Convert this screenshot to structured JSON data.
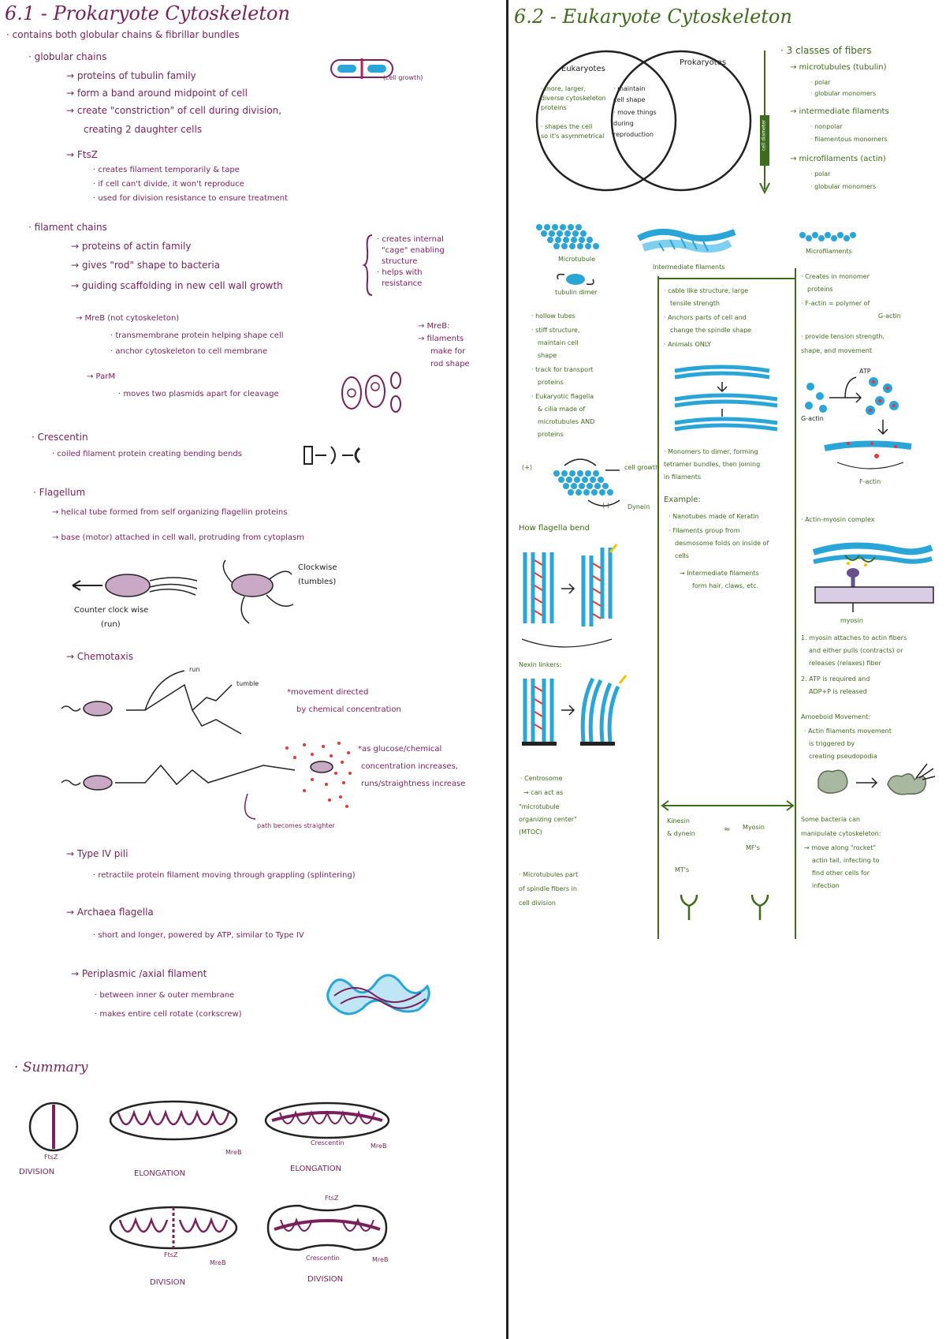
{
  "left": {
    "title": "6.1 - Prokaryote Cytoskeleton",
    "intro": "· contains both globular chains & fibrillar bundles",
    "globular": {
      "heading": "· globular chains",
      "l1": "→ proteins of tubulin family",
      "l2": "→ form a band around midpoint of cell",
      "l3": "→ create \"constriction\" of cell during division,",
      "l4": "creating 2 daughter cells",
      "ftsz": "→ FtsZ",
      "ftsz1": "· creates filament temporarily & tape",
      "ftsz2": "· if cell can't divide, it won't reproduce",
      "ftsz3": "· used for division resistance to ensure treatment",
      "label_cell_growth": "(cell growth)"
    },
    "filament": {
      "heading": "· filament chains",
      "l1": "→ proteins of actin family",
      "l2": "→ gives \"rod\" shape to bacteria",
      "l3": "→ guiding scaffolding in new cell wall growth",
      "brace1": "· creates internal",
      "brace2": "\"cage\" enabling",
      "brace3": "structure",
      "brace4": "· helps with",
      "brace5": "resistance",
      "mreb": "→ MreB (not cytoskeleton)",
      "mreb1": "· transmembrane protein helping shape cell",
      "mreb2": "· anchor cytoskeleton to cell membrane",
      "parm": "→ ParM",
      "parm1": "· moves two plasmids apart for cleavage",
      "mreb_note1": "→ MreB:",
      "mreb_note2": "→ filaments",
      "mreb_note3": "make for",
      "mreb_note4": "rod shape"
    },
    "crescentin": {
      "heading": "· Crescentin",
      "l1": "· coiled filament protein creating bending bends"
    },
    "flagellum": {
      "heading": "· Flagellum",
      "l1": "→ helical tube formed from self organizing flagellin proteins",
      "l2": "→ base (motor) attached in cell wall, protruding from cytoplasm",
      "ccw1": "Counter clock wise",
      "ccw2": "(run)",
      "cw1": "Clockwise",
      "cw2": "(tumbles)"
    },
    "chemotaxis": {
      "heading": "→ Chemotaxis",
      "run": "run",
      "tumble": "tumble",
      "note1": "*movement directed",
      "note2": "by chemical concentration",
      "note3": "*as glucose/chemical",
      "note4": "concentration increases,",
      "note5": "runs/straightness increase",
      "note6": "path becomes straighter"
    },
    "type4": {
      "heading": "→ Type IV pili",
      "l1": "· retractile protein filament moving through grappling (splintering)"
    },
    "archaea": {
      "heading": "→ Archaea flagella",
      "l1": "· short and longer, powered by ATP, similar to Type IV"
    },
    "periplasmic": {
      "heading": "→ Periplasmic /axial filament",
      "l1": "· between inner & outer membrane",
      "l2": "· makes entire cell rotate (corkscrew)"
    },
    "summary": {
      "heading": "· Summary",
      "d1_label": "FtsZ",
      "d1_caption": "DIVISION",
      "d2_label": "MreB",
      "d2_caption": "ELONGATION",
      "d3_label1": "Crescentin",
      "d3_label2": "MreB",
      "d3_caption": "ELONGATION",
      "d4_label1": "FtsZ",
      "d4_label2": "MreB",
      "d4_caption": "DIVISION",
      "d5_label1": "FtsZ",
      "d5_label2": "Crescentin",
      "d5_label3": "MreB",
      "d5_caption": "DIVISION"
    }
  },
  "right": {
    "title": "6.2 - Eukaryote Cytoskeleton",
    "venn": {
      "left_title": "Eukaryotes",
      "right_title": "Prokaryotes",
      "left1": "· more, larger,",
      "left2": "diverse cytoskeleton",
      "left3": "proteins",
      "left4": "· shapes the cell",
      "left5": "so it's asymmetrical",
      "mid1": "· maintain",
      "mid2": "cell shape",
      "mid3": "· move things",
      "mid4": "during",
      "mid5": "reproduction"
    },
    "fibers": {
      "l1": "· 3 classes of fibers",
      "l2": "→ microtubules (tubulin)",
      "l3": "· polar",
      "l4": "· globular monomers",
      "l5": "→ intermediate filaments",
      "l6": "· nonpolar",
      "l7": "· filamentous monomers",
      "l8": "→ microfilaments (actin)",
      "l9": "· polar",
      "l10": "· globular monomers",
      "side": "cell diameter"
    },
    "micro": {
      "label": "Microtubule",
      "dimer": "tubulin dimer",
      "b1": "· hollow tubes",
      "b2": "· stiff structure,",
      "b3": "maintain cell",
      "b4": "shape",
      "b5": "· track for transport",
      "b6": "proteins",
      "b7": "· Eukaryotic flagella",
      "b8": "& cilia made of",
      "b9": "microtubules AND",
      "b10": "proteins",
      "plus": "(+)",
      "minus": "(-)",
      "growth": "cell growth",
      "kinesin": "Dynein"
    },
    "flag": {
      "heading": "How flagella bend",
      "links": "Nexin linkers:",
      "centro1": "· Centrosome",
      "centro2": "→ can act as",
      "centro3": "\"microtubule",
      "centro4": "organizing center\"",
      "centro5": "(MTOC)",
      "mt1": "· Microtubules part",
      "mt2": "of spindle fibers in",
      "mt3": "cell division"
    },
    "inter": {
      "label": "Intermediate filaments",
      "b1": "· cable like structure, large",
      "b2": "tensile strength",
      "b3": "· Anchors parts of cell and",
      "b4": "change the spindle shape",
      "b5": "· Animals ONLY",
      "b6": "· Monomers to dimer, forming",
      "b7": "tetramer bundles, then joining",
      "b8": "in filaments",
      "ex": "Example:",
      "ex1": "· Nanotubes made of Keratin",
      "ex2": "· Filaments group from",
      "ex3": "desmosome folds on inside of",
      "ex4": "cells",
      "ex5": "→ Intermediate filaments",
      "ex6": "form hair, claws, etc.",
      "kin1": "Kinesin",
      "kin2": "& dynein",
      "kin3": "MT's",
      "approx": "≈",
      "myo1": "Myosin",
      "myo2": "MF's"
    },
    "actin": {
      "label": "Microfilaments",
      "b1": "· Creates in monomer",
      "b2": "proteins",
      "b3": "· F-actin = polymer of",
      "b4": "G-actin",
      "b5": "· provide tension strength,",
      "b6": "shape, and movement",
      "atp": "ATP",
      "gactin": "G-actin",
      "factin": "F-actin",
      "motor": "· Actin-myosin complex",
      "myosin": "myosin",
      "m1": "1. myosin attaches to actin fibers",
      "m2": "and either pulls (contracts) or",
      "m3": "releases (relaxes) fiber",
      "m4": "2. ATP is required and",
      "m5": "ADP+P is released",
      "amoe": "Amoeboid Movement:",
      "amoe1": "· Actin filaments movement",
      "amoe2": "is triggered by",
      "amoe3": "creating pseudopodia",
      "bact1": "Some bacteria can",
      "bact2": "manipulate cytoskeleton:",
      "bact3": "→ move along \"rocket\"",
      "bact4": "actin tail, infecting to",
      "bact5": "find other cells for",
      "bact6": "infection"
    }
  },
  "colors": {
    "prokaryote_ink": "#7a1f5c",
    "eukaryote_ink": "#3f6b1c",
    "microtubule_blue": "#2aa5d8",
    "accent_red": "#e53935",
    "accent_yellow": "#f2c400"
  }
}
